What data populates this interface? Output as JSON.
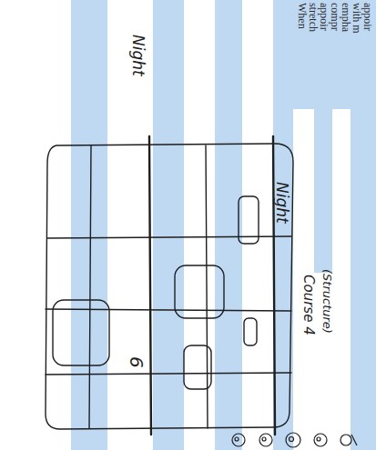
{
  "diagram": {
    "labels": [
      "When",
      "stretch",
      "appoir",
      "compr",
      "empha",
      "with m",
      "appoir",
      "Night",
      "Night",
      "Course 4",
      "(Structure)",
      "6"
    ]
  }
}
